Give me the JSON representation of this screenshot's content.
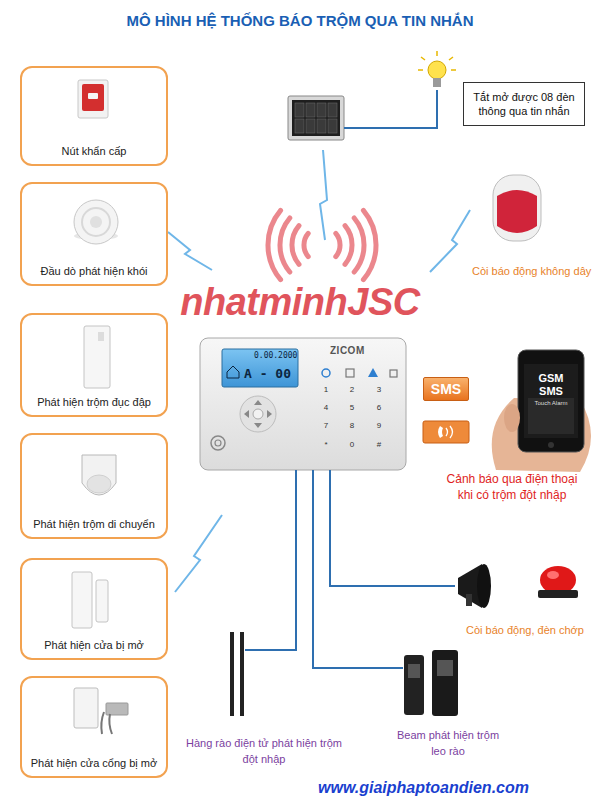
{
  "diagram": {
    "title": "MÔ HÌNH HỆ THỐNG BÁO TRỘM QUA TIN NHẮN",
    "nodes": [
      {
        "text": [
          "Nút khẩn cấp"
        ]
      },
      {
        "text": [
          "Đầu dò phát hiện khói"
        ]
      },
      {
        "text": [
          "Phát hiện trộm đục đập"
        ]
      },
      {
        "text": [
          "Phát hiện trộm di chuyển"
        ]
      },
      {
        "text": [
          "Phát hiện cửa bị mở"
        ]
      },
      {
        "text": [
          "Phát hiện cửa cổng bị mở"
        ]
      },
      {
        "text": [
          "Tắt mở được 08 đèn thông qua tin nhắn"
        ]
      },
      {
        "text": [
          "SMS"
        ]
      }
    ],
    "labels": [
      "nhatminhJSC",
      "Còi báo động không dây",
      "0.00.2000",
      "A - 00",
      "ZICOM",
      "1",
      "2",
      "3",
      "4",
      "5",
      "6",
      "7",
      "8",
      "9",
      "*",
      "0",
      "#",
      "GSM",
      "SMS",
      "Touch Alarm",
      "Cảnh báo qua điện thoại khi có trộm đột nhập",
      "Còi báo động, đèn chớp",
      "Hàng rào điện tử phát hiện trộm đột nhập",
      "Beam phát hiện trộm leo rào",
      "www.giaiphaptoandien.com"
    ]
  }
}
